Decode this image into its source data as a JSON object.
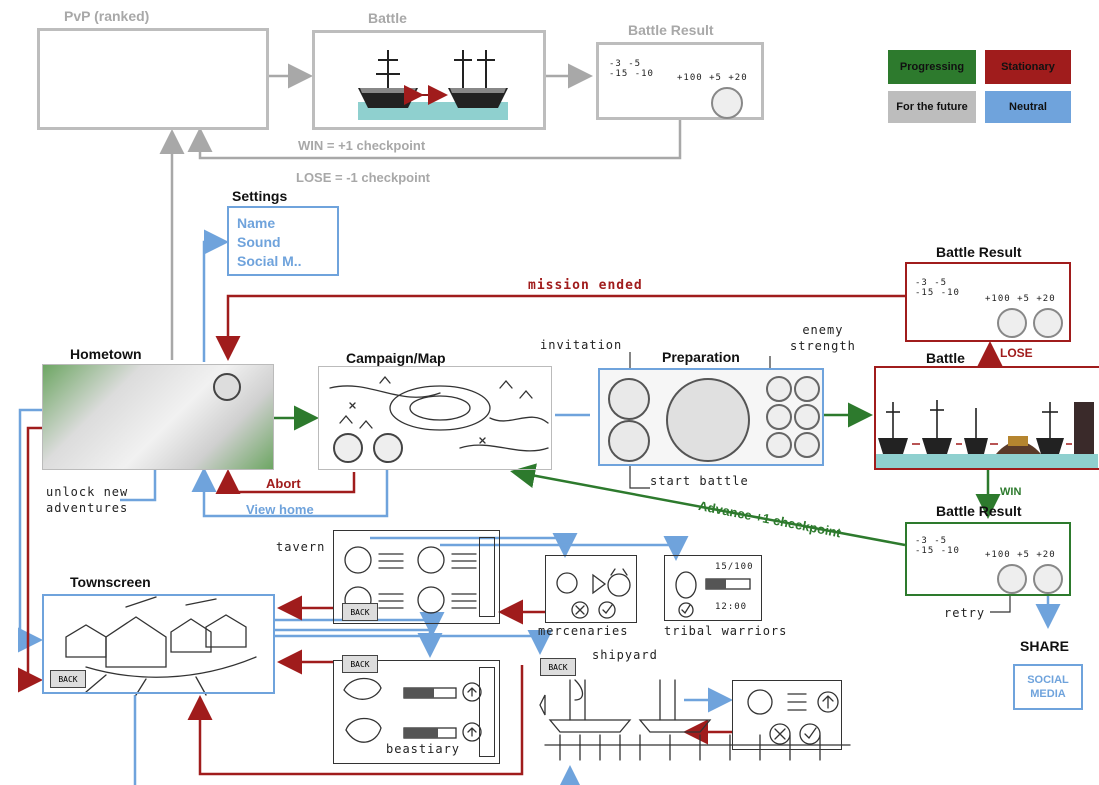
{
  "colors": {
    "progressing": "#2d7a2d",
    "stationary": "#a01c1c",
    "future": "#a8a8a8",
    "neutral": "#6fa3dc"
  },
  "legend": {
    "progressing": "Progressing",
    "stationary": "Stationary",
    "future": "For the future",
    "neutral": "Neutral"
  },
  "top_row": {
    "pvp": "PvP (ranked)",
    "battle": "Battle",
    "battle_result": "Battle Result",
    "win_label": "WIN = +1 checkpoint",
    "lose_label": "LOSE = -1 checkpoint"
  },
  "settings": {
    "title": "Settings",
    "items": [
      "Name",
      "Sound",
      "Social M.."
    ]
  },
  "nodes": {
    "hometown": "Hometown",
    "campaign": "Campaign/Map",
    "preparation": "Preparation",
    "battle": "Battle",
    "battle_result_lose": "Battle Result",
    "battle_result_win": "Battle Result",
    "townscreen": "Townscreen",
    "share": "SHARE",
    "social_media": "SOCIAL MEDIA"
  },
  "edges": {
    "mission_ended": "mission ended",
    "abort": "Abort",
    "view_home": "View home",
    "advance": "Advance +1 checkpoint",
    "lose": "LOSE",
    "win": "WIN"
  },
  "annotations": {
    "invitation": "invitation",
    "enemy_strength_1": "enemy",
    "enemy_strength_2": "strength",
    "start_battle": "start battle",
    "unlock_1": "unlock new",
    "unlock_2": "adventures",
    "retry": "retry",
    "tavern": "tavern",
    "mercenaries": "mercenaries",
    "tribal_warriors": "tribal warriors",
    "beastiary": "beastiary",
    "shipyard": "shipyard",
    "back": "BACK"
  },
  "result_values": {
    "left": [
      "-3",
      "-5",
      "-15",
      "-10"
    ],
    "right": [
      "+100",
      "+5",
      "+20"
    ]
  },
  "tribal": {
    "top": "15/100",
    "bottom": "12:00"
  }
}
